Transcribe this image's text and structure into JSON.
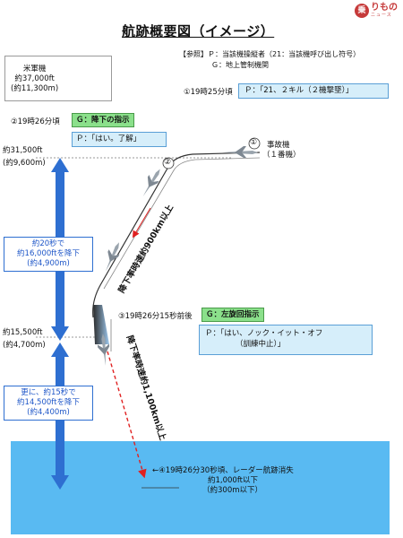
{
  "title": "航跡概要図（イメージ）",
  "logo": {
    "badge": "乗",
    "text": "りもの",
    "sub": "ニュース"
  },
  "reference": {
    "heading": "【参照】",
    "p_line": "Ｐ：当該機操縦者（21：当該機呼び出し符号）",
    "g_line": "Ｇ：地上管制機関"
  },
  "us_aircraft": {
    "label": "米軍機",
    "alt_ft": "約37,000ft",
    "alt_m": "(約11,300m)"
  },
  "events": {
    "e1": {
      "time": "①19時25分頃",
      "message": "Ｐ：「21、２キル（２機撃墜）」",
      "marker": "①",
      "aircraft_label": "事故機",
      "aircraft_sub": "（１番機）"
    },
    "e2": {
      "time": "②19時26分頃",
      "instruction": "Ｇ：降下の指示",
      "message": "Ｐ：「はい。了解」",
      "marker": "②"
    },
    "e3": {
      "time": "③19時26分15秒前後",
      "instruction": "Ｇ：左旋回指示",
      "message_line1": "Ｐ：「はい、ノック・イット・オフ",
      "message_line2": "（訓練中止）」"
    },
    "e4": {
      "line1": "←④19時26分30秒頃、レーダー航跡消失",
      "line2": "約1,000ft以下",
      "line3": "（約300m以下）"
    }
  },
  "altitudes": {
    "a1_ft": "約31,500ft",
    "a1_m": "(約9,600m)",
    "a2_ft": "約15,500ft",
    "a2_m": "(約4,700m)"
  },
  "descent_notes": {
    "n1_l1": "約20秒で",
    "n1_l2": "約16,000ftを降下",
    "n1_l3": "(約4,900m)",
    "n2_l1": "更に、約15秒で",
    "n2_l2": "約14,500ftを降下",
    "n2_l3": "(約4,400m)"
  },
  "speed_labels": {
    "s1": "降下率時速約900km以上",
    "s2": "降下率時速約1,100km以上"
  },
  "colors": {
    "ground": "#59baf2",
    "green_box": "#8be08b",
    "blue_box": "#d6eefa",
    "arrow_blue": "#2e6fd1",
    "dashed_red": "#e02020"
  }
}
